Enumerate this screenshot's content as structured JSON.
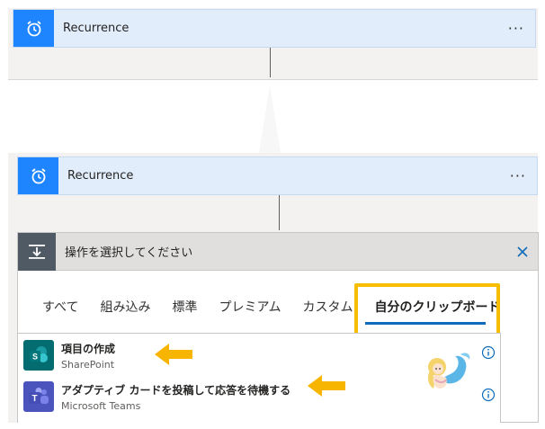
{
  "top_trigger": {
    "title": "Recurrence",
    "more": "···"
  },
  "bottom_trigger": {
    "title": "Recurrence",
    "more": "···"
  },
  "chooser": {
    "header_title": "操作を選択してください",
    "tabs": [
      {
        "label": "すべて"
      },
      {
        "label": "組み込み"
      },
      {
        "label": "標準"
      },
      {
        "label": "プレミアム"
      },
      {
        "label": "カスタム"
      },
      {
        "label": "自分のクリップボード"
      }
    ],
    "active_tab": "自分のクリップボード",
    "results": [
      {
        "title": "項目の作成",
        "subtitle": "SharePoint",
        "icon": "sharepoint-icon"
      },
      {
        "title": "アダプティブ カードを投稿して応答を待機する",
        "subtitle": "Microsoft Teams",
        "icon": "teams-icon"
      }
    ]
  },
  "colors": {
    "trigger_blue": "#1f85ff",
    "highlight": "#f7bd00",
    "sharepoint": "#036c70",
    "teams": "#4b53bc"
  }
}
